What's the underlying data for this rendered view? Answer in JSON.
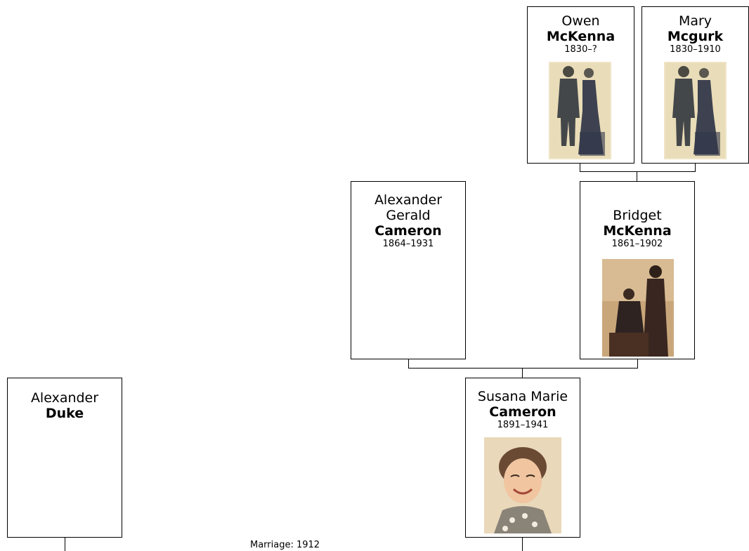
{
  "people": {
    "owen": {
      "given": "Owen",
      "surname": "McKenna",
      "years": "1830–?"
    },
    "mary": {
      "given": "Mary",
      "surname": "Mcgurk",
      "years": "1830–1910"
    },
    "alexander_gerald": {
      "given_line1": "Alexander",
      "given_line2": "Gerald",
      "surname": "Cameron",
      "years": "1864–1931"
    },
    "bridget": {
      "given": "Bridget",
      "surname": "McKenna",
      "years": "1861–1902"
    },
    "susana": {
      "given": "Susana Marie",
      "surname": "Cameron",
      "years": "1891–1941"
    },
    "alexander_duke": {
      "given": "Alexander",
      "surname": "Duke"
    }
  },
  "marriage_label": "Marriage: 1912"
}
